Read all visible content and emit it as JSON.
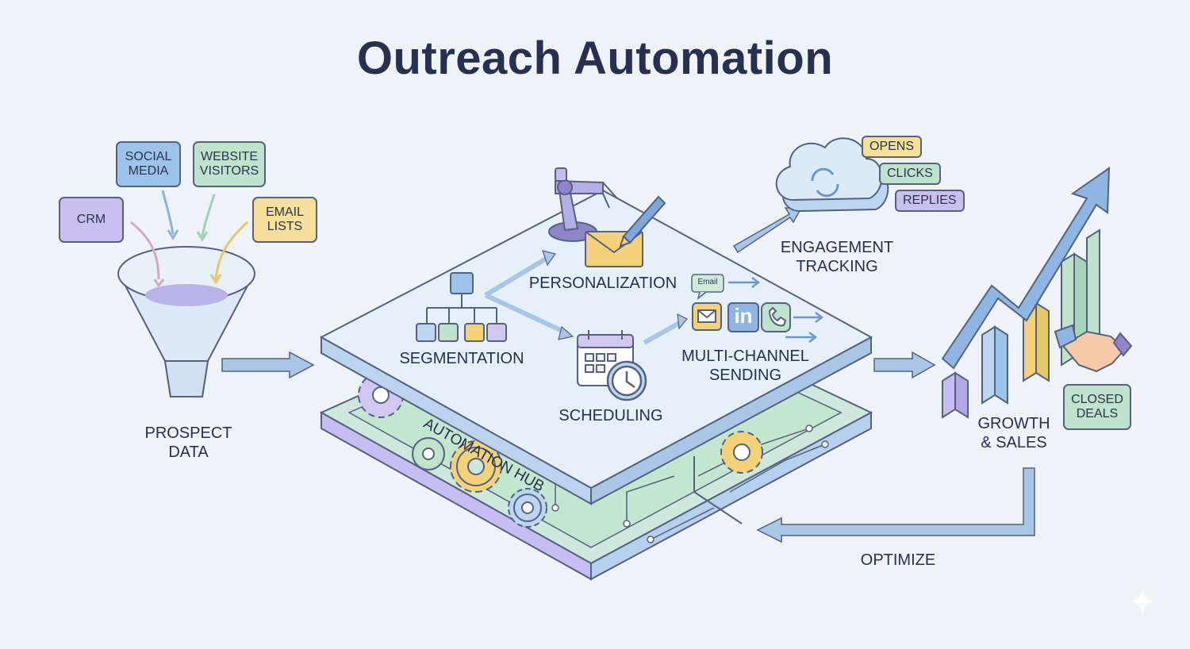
{
  "title": "Outreach Automation",
  "sources": {
    "social_media": "SOCIAL\nMEDIA",
    "website_visitors": "WEBSITE\nVISITORS",
    "crm": "CRM",
    "email_lists": "EMAIL\nLISTS"
  },
  "prospect_data": "PROSPECT\nDATA",
  "hub": {
    "label": "AUTOMATION HUB",
    "segmentation": "SEGMENTATION",
    "personalization": "PERSONALIZATION",
    "scheduling": "SCHEDULING",
    "multichannel": "MULTI-CHANNEL\nSENDING",
    "email_bubble": "Email",
    "linkedin_glyph": "in"
  },
  "engagement": {
    "label": "ENGAGEMENT\nTRACKING",
    "chips": [
      "OPENS",
      "CLICKS",
      "REPLIES"
    ]
  },
  "growth": {
    "label": "GROWTH\n& SALES",
    "closed_deals": "CLOSED\nDEALS"
  },
  "optimize": "OPTIMIZE",
  "colors": {
    "blue": "#bcd6ef",
    "green": "#cfeadb",
    "purple": "#d8d0f0",
    "yellow": "#f7e6a8",
    "outline": "#55617e",
    "arrow": "#a9c6e6"
  }
}
